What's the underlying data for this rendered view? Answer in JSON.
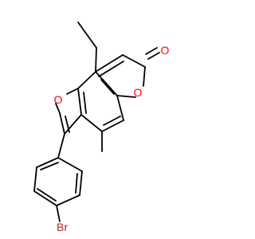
{
  "molecule": {
    "atoms": {
      "ring_oxygen_furan": "O",
      "ring_oxygen_pyranone": "O",
      "carbonyl_oxygen": "O",
      "bromine": "Br"
    }
  },
  "colors": {
    "bond": "#000000",
    "oxygen": "#ff0000",
    "bromine": "#a52a2a",
    "background": "#ffffff"
  }
}
